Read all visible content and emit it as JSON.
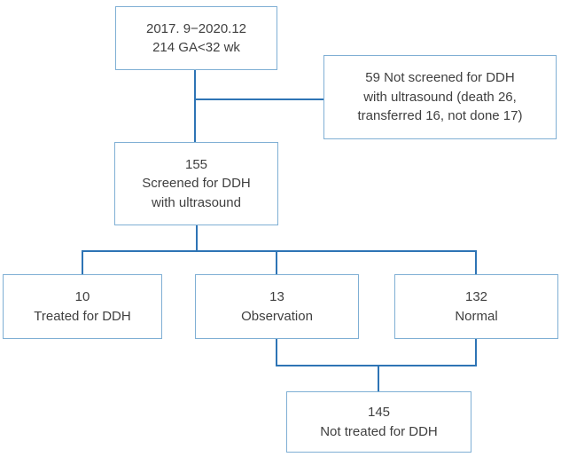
{
  "figure": {
    "description": "Patient flow diagram for DDH ultrasound screening study"
  },
  "colors": {
    "box_border": "#7fafd4",
    "connector": "#2e74b5",
    "text": "#3f3f3f",
    "background": "#ffffff"
  },
  "nodes": {
    "cohort": {
      "lines": [
        "2017. 9−2020.12",
        "214 GA<32 wk"
      ]
    },
    "not_screened": {
      "lines": [
        "59 Not screened for DDH",
        "with ultrasound (death 26,",
        "transferred 16, not done 17)"
      ]
    },
    "screened": {
      "lines": [
        "155",
        "Screened for DDH",
        "with ultrasound"
      ]
    },
    "treated": {
      "lines": [
        "10",
        "Treated for DDH"
      ]
    },
    "observation": {
      "lines": [
        "13",
        "Observation"
      ]
    },
    "normal": {
      "lines": [
        "132",
        "Normal"
      ]
    },
    "not_treated": {
      "lines": [
        "145",
        "Not treated for DDH"
      ]
    }
  }
}
